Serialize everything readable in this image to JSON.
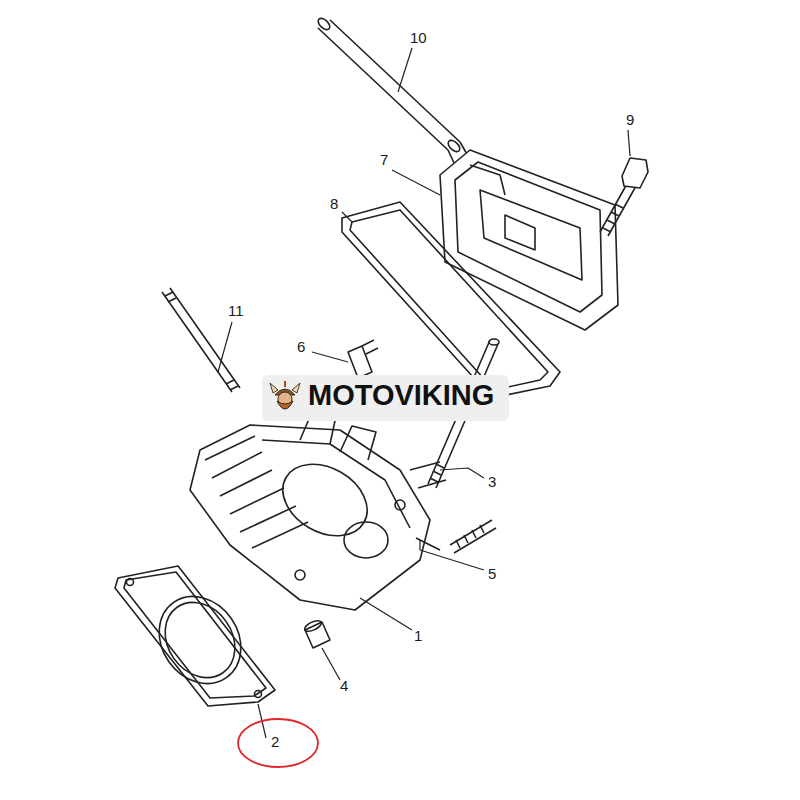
{
  "diagram": {
    "nodes": [
      {
        "text": [
          "MOTOVIKING"
        ]
      }
    ],
    "edges": [],
    "labels": [
      "10",
      "9",
      "7",
      "8",
      "11",
      "6",
      "3",
      "5",
      "1",
      "4",
      "2"
    ]
  }
}
